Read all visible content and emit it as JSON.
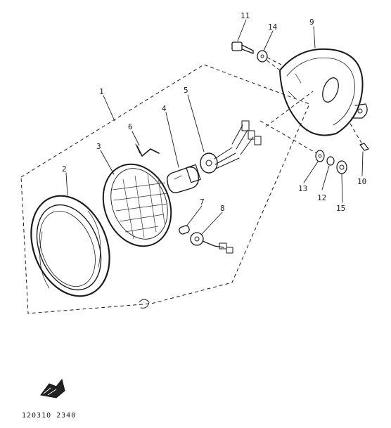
{
  "callouts": [
    {
      "id": "c1",
      "label": "1"
    },
    {
      "id": "c2",
      "label": "2"
    },
    {
      "id": "c3",
      "label": "3"
    },
    {
      "id": "c4",
      "label": "4"
    },
    {
      "id": "c5",
      "label": "5"
    },
    {
      "id": "c6",
      "label": "6"
    },
    {
      "id": "c7",
      "label": "7"
    },
    {
      "id": "c8a",
      "label": "8"
    },
    {
      "id": "c9",
      "label": "9"
    },
    {
      "id": "c10",
      "label": "10"
    },
    {
      "id": "c11",
      "label": "11"
    },
    {
      "id": "c12",
      "label": "12"
    },
    {
      "id": "c13",
      "label": "13"
    },
    {
      "id": "c14",
      "label": "14"
    },
    {
      "id": "c15",
      "label": "15"
    }
  ],
  "figure_code": "120310 2340"
}
